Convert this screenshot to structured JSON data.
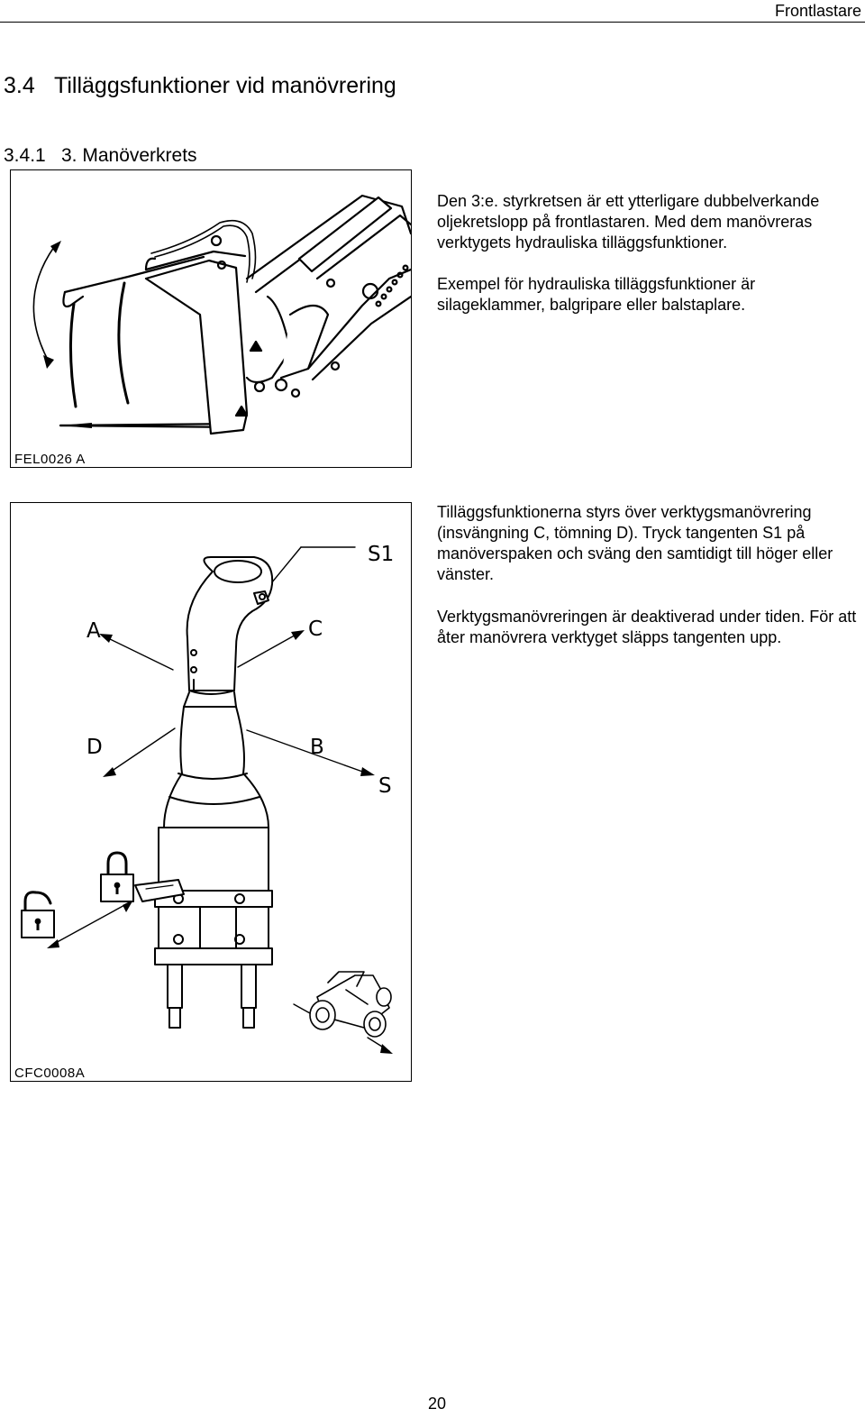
{
  "header": {
    "title": "Frontlastare"
  },
  "section": {
    "number": "3.4",
    "title": "Tilläggsfunktioner vid manövrering"
  },
  "subsection": {
    "number": "3.4.1",
    "title": "3. Manöverkrets"
  },
  "paragraphs": {
    "p1": "Den 3:e. styrkretsen är ett ytterligare dubbelverkande oljekretslopp på frontlastaren. Med dem manövreras verktygets hydrauliska tilläggsfunktioner.",
    "p2": "Exempel för hydrauliska tilläggsfunktioner är silageklammer, balgripare eller balstaplare.",
    "p3": "Tilläggsfunktionerna styrs över verktygsmanövrering (insvängning C, tömning D). Tryck tangenten S1 på manöverspaken och sväng den samtidigt till höger eller vänster.",
    "p4": "Verktygsmanövreringen är deaktiverad under tiden. För att åter manövrera verktyget släpps tangenten upp."
  },
  "figure1": {
    "code": "FEL0026  A"
  },
  "figure2": {
    "code": "CFC0008A",
    "labels": {
      "s1": "S1",
      "a": "A",
      "c": "C",
      "d": "D",
      "b": "B",
      "s": "S"
    }
  },
  "footer": {
    "page_number": "20"
  }
}
